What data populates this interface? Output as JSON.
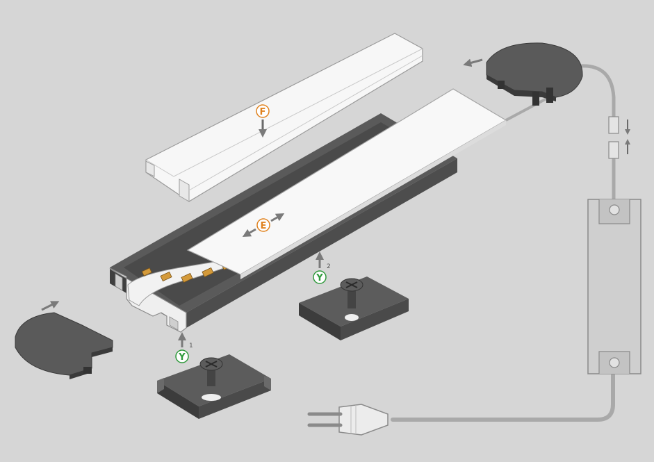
{
  "labels": {
    "cover": "F",
    "diffuser": "E",
    "clip_first": "Y",
    "clip_second": "Y",
    "step_first": "1",
    "step_second": "2"
  },
  "colors": {
    "background": "#d6d6d6",
    "profile": "#585858",
    "profile_dark": "#3f3f3f",
    "cover": "#f7f7f7",
    "label_orange": "#e0821e",
    "label_green": "#2f9a3c",
    "arrow": "#7a7a7a",
    "cable": "#a9a9a9"
  }
}
